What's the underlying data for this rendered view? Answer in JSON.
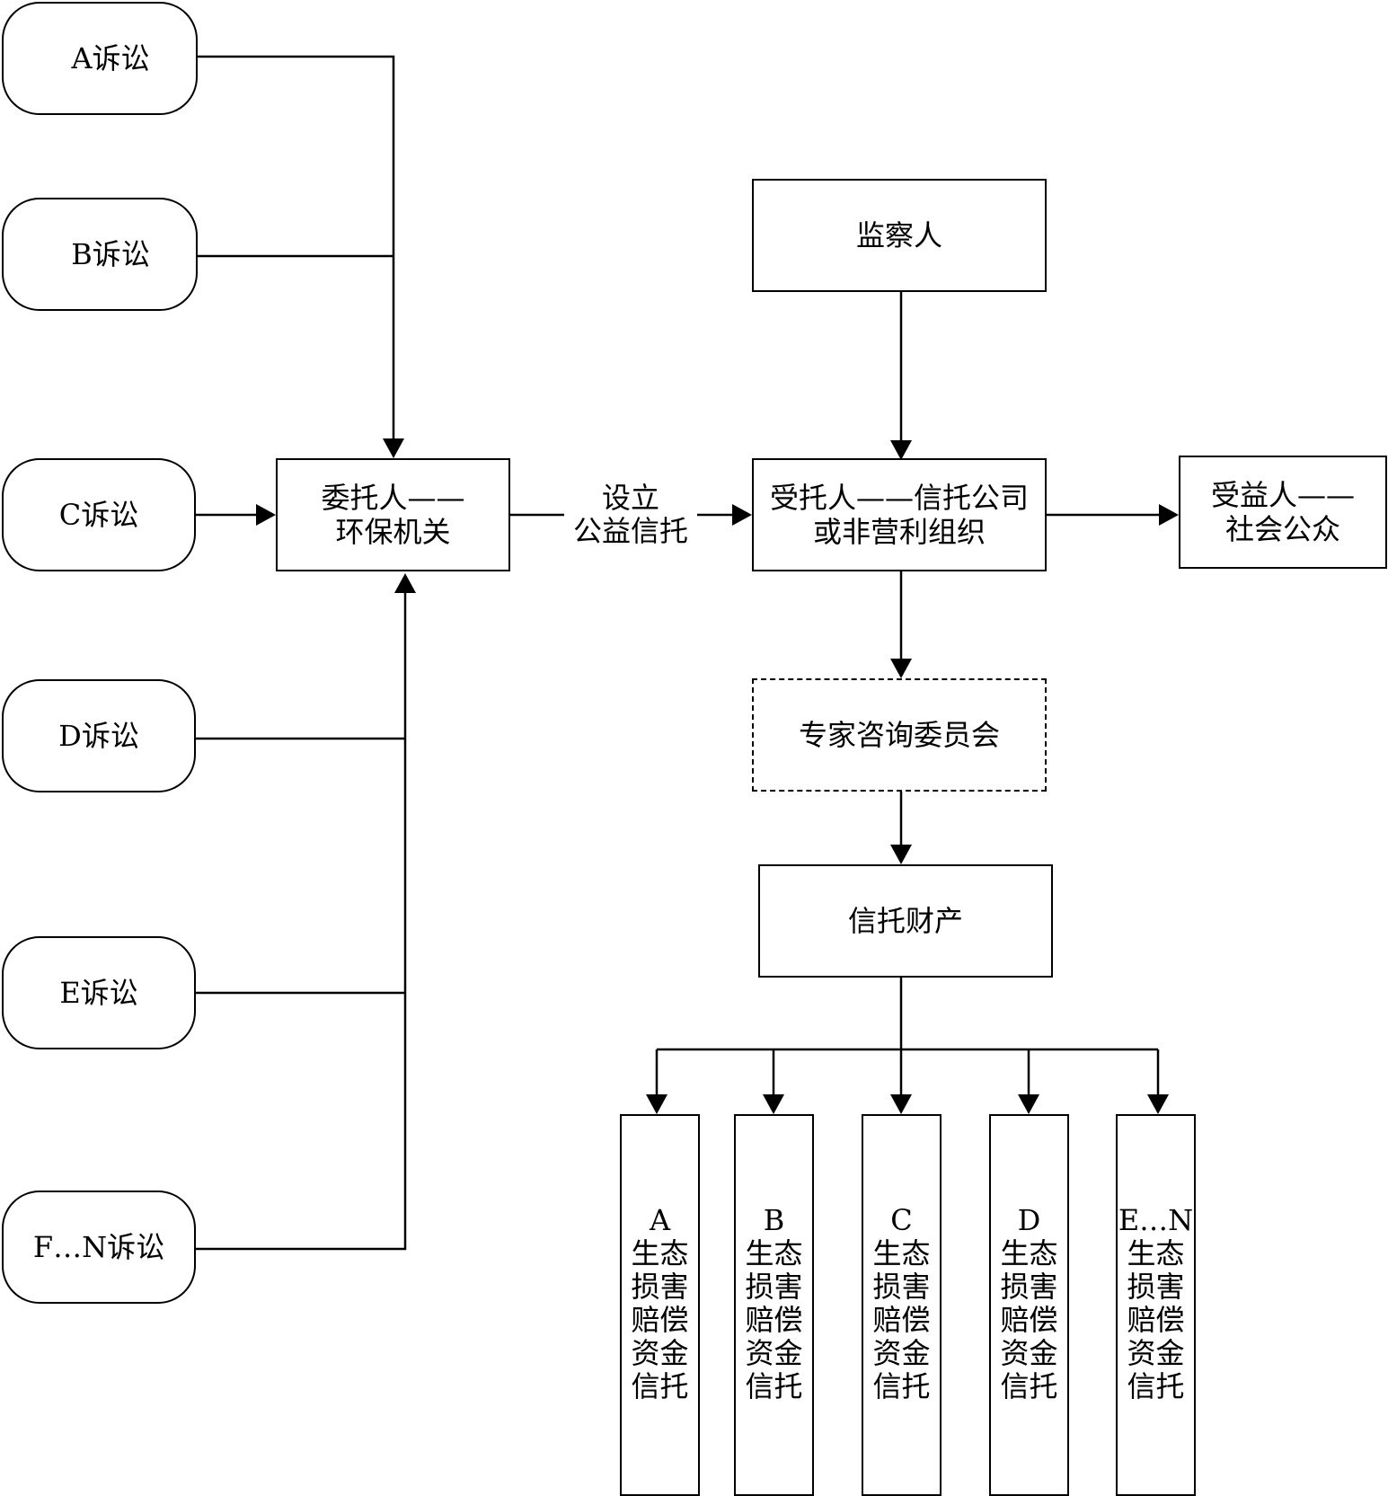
{
  "lawsuits": {
    "a": "A诉讼",
    "b": "B诉讼",
    "c": "C诉讼",
    "d": "D诉讼",
    "e": "E诉讼",
    "fn": "F…N诉讼"
  },
  "settlor": {
    "line1": "委托人——",
    "line2": "环保机关"
  },
  "establish_label": {
    "line1": "设立",
    "line2": "公益信托"
  },
  "supervisor": "监察人",
  "trustee": {
    "line1": "受托人——信托公司",
    "line2": "或非营利组织"
  },
  "beneficiary": {
    "line1": "受益人——",
    "line2": "社会公众"
  },
  "expert_committee": "专家咨询委员会",
  "trust_property": "信托财产",
  "sub_trusts": [
    {
      "letter": "A",
      "lines": [
        "生态",
        "损害",
        "赔偿",
        "资金",
        "信托"
      ]
    },
    {
      "letter": "B",
      "lines": [
        "生态",
        "损害",
        "赔偿",
        "资金",
        "信托"
      ]
    },
    {
      "letter": "C",
      "lines": [
        "生态",
        "损害",
        "赔偿",
        "资金",
        "信托"
      ]
    },
    {
      "letter": "D",
      "lines": [
        "生态",
        "损害",
        "赔偿",
        "资金",
        "信托"
      ]
    },
    {
      "letter": "E…N",
      "lines": [
        "生态",
        "损害",
        "赔偿",
        "资金",
        "信托"
      ]
    }
  ]
}
